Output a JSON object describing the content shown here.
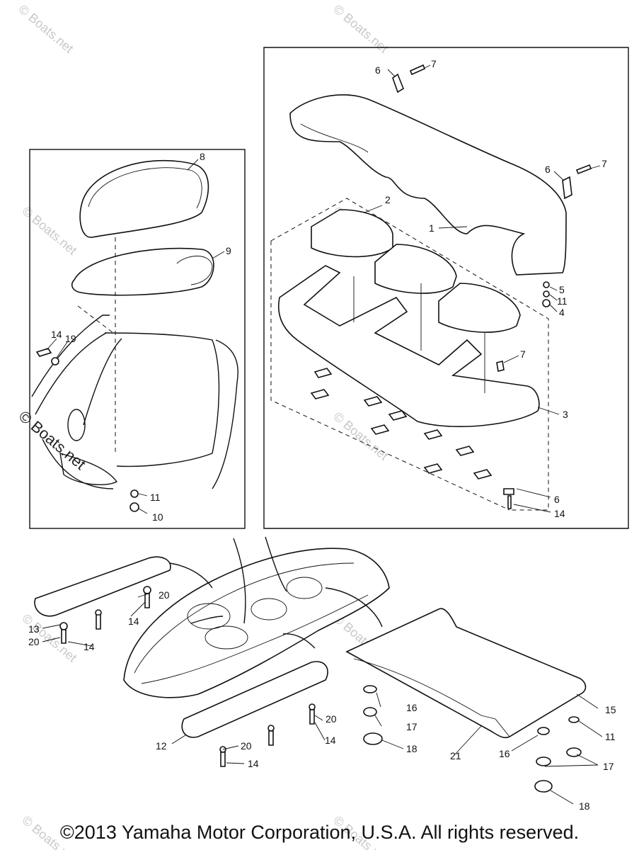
{
  "callouts": [
    "1",
    "2",
    "3",
    "4",
    "5",
    "6",
    "7",
    "8",
    "9",
    "10",
    "11",
    "12",
    "13",
    "14",
    "15",
    "16",
    "17",
    "18",
    "19",
    "20",
    "21"
  ],
  "watermark": "© Boats.net",
  "copyright": "©2013 Yamaha Motor Corporation, U.S.A. All rights reserved."
}
